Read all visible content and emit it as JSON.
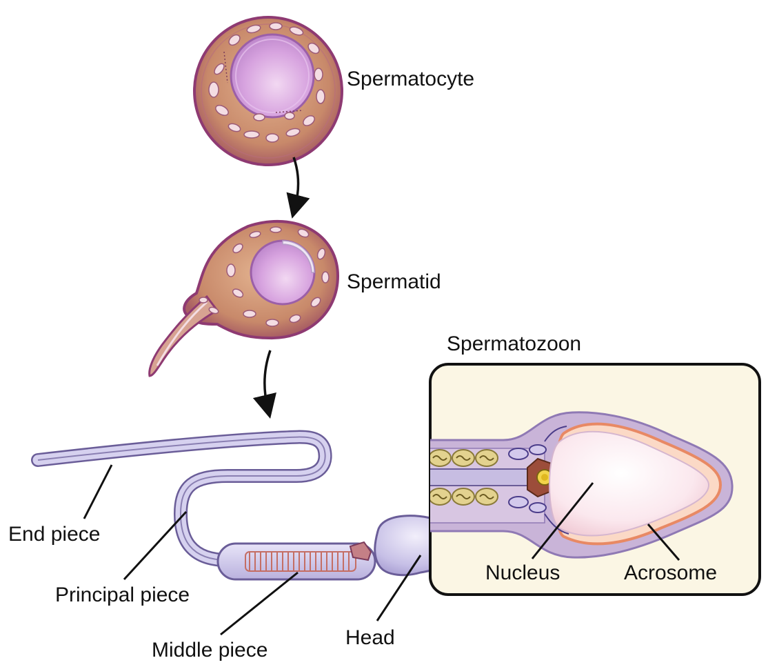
{
  "labels": {
    "spermatocyte": "Spermatocyte",
    "spermatid": "Spermatid",
    "spermatozoon": "Spermatozoon",
    "end_piece": "End piece",
    "principal_piece": "Principal piece",
    "middle_piece": "Middle piece",
    "head": "Head",
    "nucleus": "Nucleus",
    "acrosome": "Acrosome"
  },
  "colors": {
    "cell_cytoplasm": "#c98a6a",
    "cell_membrane": "#9b3f78",
    "nucleus_fill": "#d9a3e0",
    "sperm_body": "#d4cfee",
    "sperm_outline": "#6a5d98",
    "mitochondria": "#e8a89a",
    "inset_background": "#fbf6e4",
    "acrosome_band": "#f1a17e"
  }
}
